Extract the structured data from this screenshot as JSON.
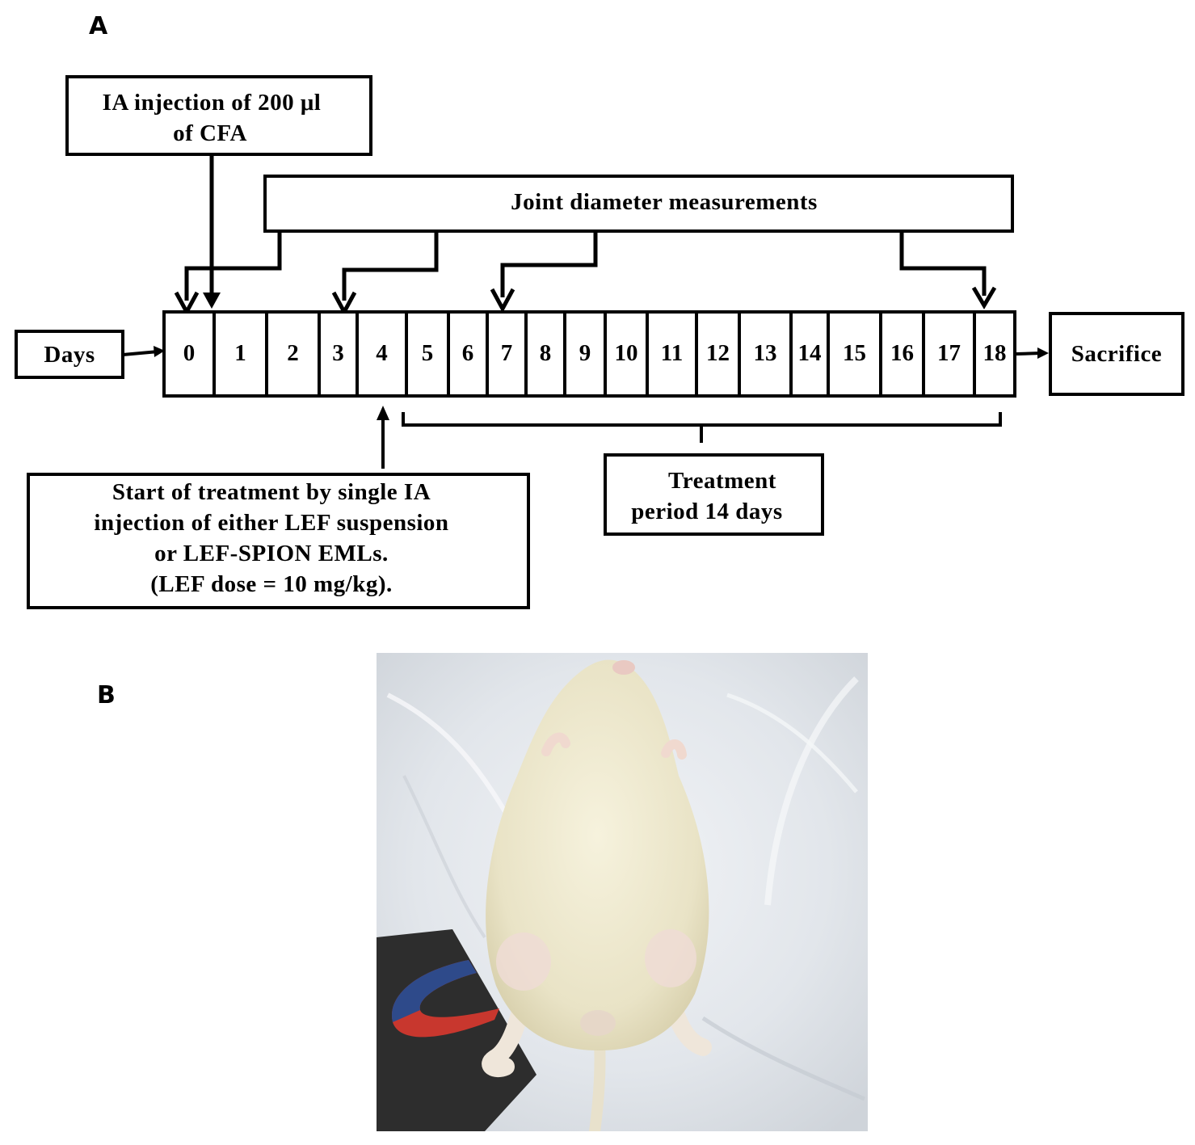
{
  "panels": {
    "a": "A",
    "b": "B"
  },
  "boxes": {
    "cfa": [
      "IA injection of 200 μl",
      "of CFA"
    ],
    "joint": "Joint diameter measurements",
    "days": "Days",
    "sacrifice": "Sacrifice",
    "start": [
      "Start of treatment by single IA",
      "injection of either LEF suspension",
      "or LEF-SPION EMLs.",
      "(LEF dose = 10 mg/kg)."
    ],
    "period": [
      "Treatment",
      "period 14 days"
    ]
  },
  "days": [
    "0",
    "1",
    "2",
    "3",
    "4",
    "5",
    "6",
    "7",
    "8",
    "9",
    "10",
    "11",
    "12",
    "13",
    "14",
    "15",
    "16",
    "17",
    "18"
  ],
  "measurement_days": [
    "0",
    "3",
    "7",
    "18"
  ],
  "cfa_day": "0",
  "treatment_start_day": "4",
  "treatment_range": [
    "5",
    "18"
  ],
  "colors": {
    "magnet_red": "#c8372e",
    "magnet_blue": "#2e4a8a",
    "plate": "#2d2d2d",
    "sheet": "#dfe3e8",
    "rat": "#ece7cf"
  }
}
